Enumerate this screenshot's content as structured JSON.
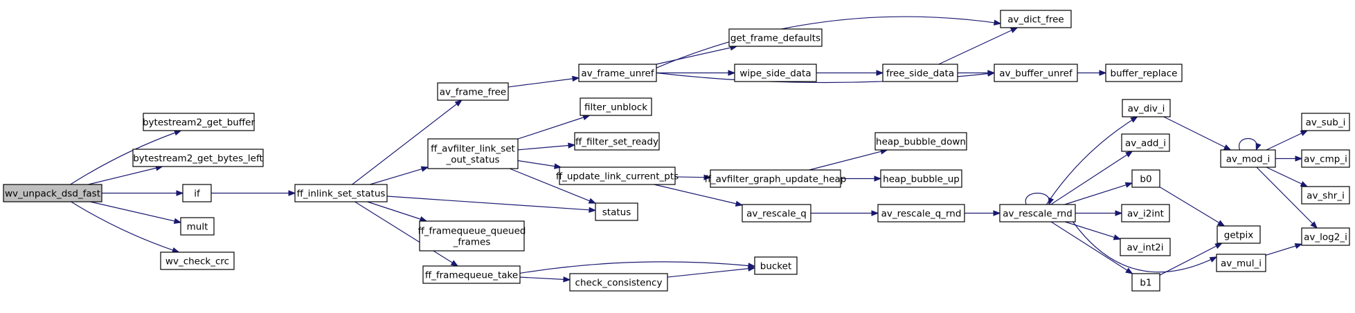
{
  "graph": {
    "root": "wv_unpack_dsd_fast",
    "colors": {
      "edge": "#191970",
      "node_border": "#000000",
      "root_fill": "#bfbfbf",
      "node_fill": "#ffffff"
    },
    "nodes": [
      {
        "id": "wv_unpack_dsd_fast",
        "label": [
          "wv_unpack_dsd_fast"
        ]
      },
      {
        "id": "bytestream2_get_buffer",
        "label": [
          "bytestream2_get_buffer"
        ]
      },
      {
        "id": "bytestream2_get_bytes_left",
        "label": [
          "bytestream2_get_bytes_left"
        ]
      },
      {
        "id": "if",
        "label": [
          "if"
        ]
      },
      {
        "id": "mult",
        "label": [
          "mult"
        ]
      },
      {
        "id": "wv_check_crc",
        "label": [
          "wv_check_crc"
        ]
      },
      {
        "id": "ff_inlink_set_status",
        "label": [
          "ff_inlink_set_status"
        ]
      },
      {
        "id": "av_frame_free",
        "label": [
          "av_frame_free"
        ]
      },
      {
        "id": "ff_avfilter_link_set_out_status",
        "label": [
          "ff_avfilter_link_set",
          "_out_status"
        ]
      },
      {
        "id": "status",
        "label": [
          "status"
        ]
      },
      {
        "id": "ff_framequeue_queued_frames",
        "label": [
          "ff_framequeue_queued",
          "_frames"
        ]
      },
      {
        "id": "ff_framequeue_take",
        "label": [
          "ff_framequeue_take"
        ]
      },
      {
        "id": "av_frame_unref",
        "label": [
          "av_frame_unref"
        ]
      },
      {
        "id": "filter_unblock",
        "label": [
          "filter_unblock"
        ]
      },
      {
        "id": "ff_filter_set_ready",
        "label": [
          "ff_filter_set_ready"
        ]
      },
      {
        "id": "ff_update_link_current_pts",
        "label": [
          "ff_update_link_current_pts"
        ]
      },
      {
        "id": "check_consistency",
        "label": [
          "check_consistency"
        ]
      },
      {
        "id": "bucket",
        "label": [
          "bucket"
        ]
      },
      {
        "id": "get_frame_defaults",
        "label": [
          "get_frame_defaults"
        ]
      },
      {
        "id": "wipe_side_data",
        "label": [
          "wipe_side_data"
        ]
      },
      {
        "id": "free_side_data",
        "label": [
          "free_side_data"
        ]
      },
      {
        "id": "av_dict_free",
        "label": [
          "av_dict_free"
        ]
      },
      {
        "id": "av_buffer_unref",
        "label": [
          "av_buffer_unref"
        ]
      },
      {
        "id": "buffer_replace",
        "label": [
          "buffer_replace"
        ]
      },
      {
        "id": "ff_avfilter_graph_update_heap",
        "label": [
          "ff_avfilter_graph_update_heap"
        ]
      },
      {
        "id": "heap_bubble_down",
        "label": [
          "heap_bubble_down"
        ]
      },
      {
        "id": "heap_bubble_up",
        "label": [
          "heap_bubble_up"
        ]
      },
      {
        "id": "av_rescale_q",
        "label": [
          "av_rescale_q"
        ]
      },
      {
        "id": "av_rescale_q_rnd",
        "label": [
          "av_rescale_q_rnd"
        ]
      },
      {
        "id": "av_rescale_rnd",
        "label": [
          "av_rescale_rnd"
        ]
      },
      {
        "id": "av_div_i",
        "label": [
          "av_div_i"
        ]
      },
      {
        "id": "av_add_i",
        "label": [
          "av_add_i"
        ]
      },
      {
        "id": "b0",
        "label": [
          "b0"
        ]
      },
      {
        "id": "av_i2int",
        "label": [
          "av_i2int"
        ]
      },
      {
        "id": "av_int2i",
        "label": [
          "av_int2i"
        ]
      },
      {
        "id": "b1",
        "label": [
          "b1"
        ]
      },
      {
        "id": "av_mod_i",
        "label": [
          "av_mod_i"
        ]
      },
      {
        "id": "getpix",
        "label": [
          "getpix"
        ]
      },
      {
        "id": "av_mul_i",
        "label": [
          "av_mul_i"
        ]
      },
      {
        "id": "av_sub_i",
        "label": [
          "av_sub_i"
        ]
      },
      {
        "id": "av_cmp_i",
        "label": [
          "av_cmp_i"
        ]
      },
      {
        "id": "av_shr_i",
        "label": [
          "av_shr_i"
        ]
      },
      {
        "id": "av_log2_i",
        "label": [
          "av_log2_i"
        ]
      }
    ],
    "edges": [
      [
        "wv_unpack_dsd_fast",
        "bytestream2_get_buffer"
      ],
      [
        "wv_unpack_dsd_fast",
        "bytestream2_get_bytes_left"
      ],
      [
        "wv_unpack_dsd_fast",
        "if"
      ],
      [
        "wv_unpack_dsd_fast",
        "mult"
      ],
      [
        "wv_unpack_dsd_fast",
        "wv_check_crc"
      ],
      [
        "if",
        "ff_inlink_set_status"
      ],
      [
        "ff_inlink_set_status",
        "av_frame_free"
      ],
      [
        "ff_inlink_set_status",
        "ff_avfilter_link_set_out_status"
      ],
      [
        "ff_inlink_set_status",
        "status"
      ],
      [
        "ff_inlink_set_status",
        "ff_framequeue_queued_frames"
      ],
      [
        "ff_inlink_set_status",
        "ff_framequeue_take"
      ],
      [
        "av_frame_free",
        "av_frame_unref"
      ],
      [
        "av_frame_unref",
        "av_dict_free"
      ],
      [
        "av_frame_unref",
        "get_frame_defaults"
      ],
      [
        "av_frame_unref",
        "wipe_side_data"
      ],
      [
        "av_frame_unref",
        "av_buffer_unref"
      ],
      [
        "wipe_side_data",
        "free_side_data"
      ],
      [
        "free_side_data",
        "av_dict_free"
      ],
      [
        "free_side_data",
        "av_buffer_unref"
      ],
      [
        "av_buffer_unref",
        "buffer_replace"
      ],
      [
        "ff_avfilter_link_set_out_status",
        "filter_unblock"
      ],
      [
        "ff_avfilter_link_set_out_status",
        "ff_filter_set_ready"
      ],
      [
        "ff_avfilter_link_set_out_status",
        "ff_update_link_current_pts"
      ],
      [
        "ff_avfilter_link_set_out_status",
        "status"
      ],
      [
        "ff_update_link_current_pts",
        "ff_avfilter_graph_update_heap"
      ],
      [
        "ff_update_link_current_pts",
        "av_rescale_q"
      ],
      [
        "ff_avfilter_graph_update_heap",
        "heap_bubble_down"
      ],
      [
        "ff_avfilter_graph_update_heap",
        "heap_bubble_up"
      ],
      [
        "av_rescale_q",
        "av_rescale_q_rnd"
      ],
      [
        "av_rescale_q_rnd",
        "av_rescale_rnd"
      ],
      [
        "av_rescale_rnd",
        "av_rescale_rnd"
      ],
      [
        "av_rescale_rnd",
        "av_div_i"
      ],
      [
        "av_rescale_rnd",
        "av_add_i"
      ],
      [
        "av_rescale_rnd",
        "b0"
      ],
      [
        "av_rescale_rnd",
        "av_i2int"
      ],
      [
        "av_rescale_rnd",
        "av_int2i"
      ],
      [
        "av_rescale_rnd",
        "b1"
      ],
      [
        "av_rescale_rnd",
        "av_mul_i"
      ],
      [
        "av_div_i",
        "av_mod_i"
      ],
      [
        "av_mod_i",
        "av_mod_i"
      ],
      [
        "av_mod_i",
        "av_sub_i"
      ],
      [
        "av_mod_i",
        "av_cmp_i"
      ],
      [
        "av_mod_i",
        "av_shr_i"
      ],
      [
        "av_mod_i",
        "av_log2_i"
      ],
      [
        "av_mul_i",
        "av_log2_i"
      ],
      [
        "b0",
        "getpix"
      ],
      [
        "b1",
        "getpix"
      ],
      [
        "ff_framequeue_take",
        "bucket"
      ],
      [
        "ff_framequeue_take",
        "check_consistency"
      ],
      [
        "check_consistency",
        "bucket"
      ]
    ]
  }
}
